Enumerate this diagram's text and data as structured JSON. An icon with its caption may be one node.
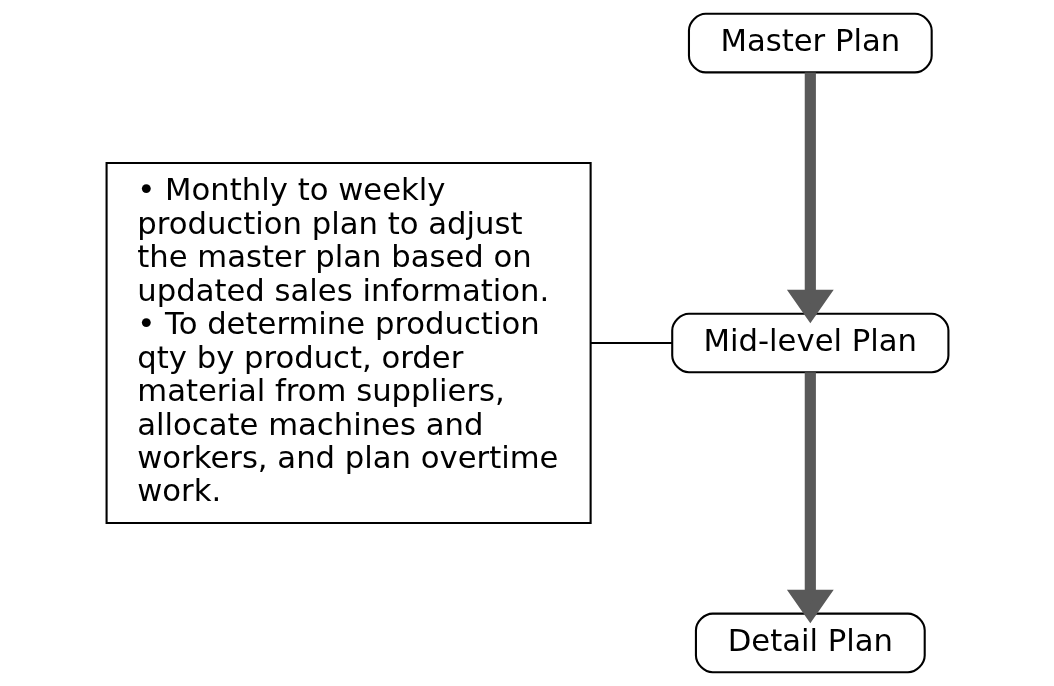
{
  "diagram": {
    "nodes": [
      {
        "text": [
          "Master Plan"
        ]
      },
      {
        "text": [
          "Mid-level Plan"
        ]
      },
      {
        "text": [
          "Detail Plan"
        ]
      },
      {
        "text": [
          "• Monthly to weekly production plan to adjust the master plan based on updated sales information.",
          "• To determine production qty by product, order material from suppliers, allocate machines and workers, and plan overtime work."
        ]
      }
    ],
    "edges": [
      {
        "from": 0,
        "to": 1,
        "arrow": "to"
      },
      {
        "from": 1,
        "to": 2,
        "arrow": "to"
      },
      {
        "from": 3,
        "to": 1,
        "arrow": "none",
        "color": "#000000"
      }
    ]
  }
}
